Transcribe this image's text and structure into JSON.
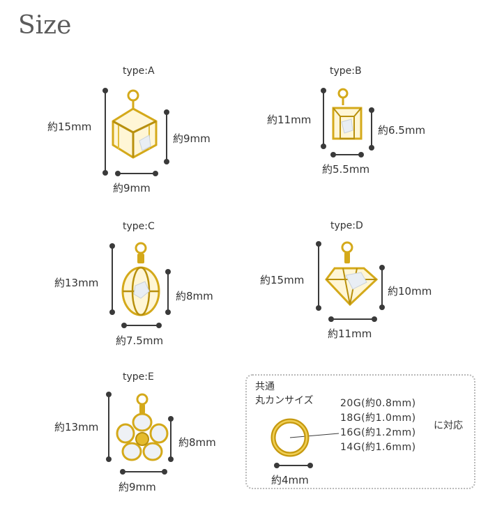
{
  "page": {
    "title": "Size"
  },
  "colors": {
    "gold": "#d4a91a",
    "gold_light": "#f3d970",
    "gold_dark": "#9a7408",
    "marker": "#3a3a3a"
  },
  "items": [
    {
      "type": "type:A",
      "height": "約15mm",
      "side": "約9mm",
      "width": "約9mm"
    },
    {
      "type": "type:B",
      "height": "約11mm",
      "side": "約6.5mm",
      "width": "約5.5mm"
    },
    {
      "type": "type:C",
      "height": "約13mm",
      "side": "約8mm",
      "width": "約7.5mm"
    },
    {
      "type": "type:D",
      "height": "約15mm",
      "side": "約10mm",
      "width": "約11mm"
    },
    {
      "type": "type:E",
      "height": "約13mm",
      "side": "約8mm",
      "width": "約9mm"
    }
  ],
  "ring": {
    "heading_line1": "共通",
    "heading_line2": "丸カンサイズ",
    "gauges": [
      "20G(約0.8mm)",
      "18G(約1.0mm)",
      "16G(約1.2mm)",
      "14G(約1.6mm)"
    ],
    "compat": "に対応",
    "diameter": "約4mm"
  }
}
